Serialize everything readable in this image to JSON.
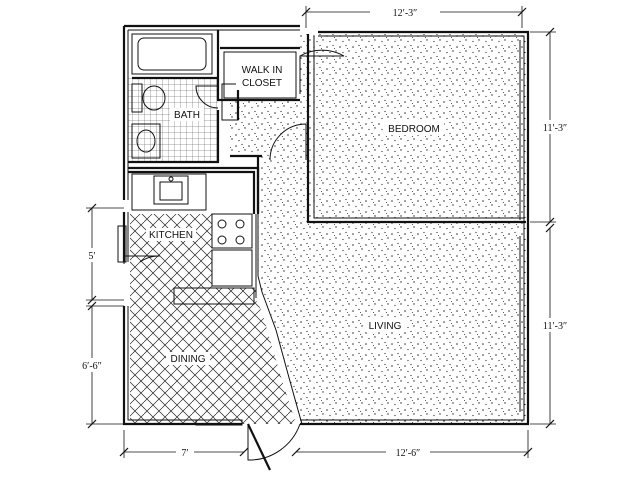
{
  "rooms": {
    "walk_in_closet": [
      "WALK IN",
      "CLOSET"
    ],
    "bath": "BATH",
    "bedroom": "BEDROOM",
    "kitchen": "KITCHEN",
    "living": "LIVING",
    "dining": "DINING"
  },
  "dimensions": {
    "top": "12′-3″",
    "right_upper": "11′-3″",
    "right_lower": "11′-3″",
    "left_upper": "5′",
    "left_lower": "6′-6″",
    "bottom_left": "7′",
    "bottom_right": "12′-6″"
  },
  "colors": {
    "ink": "#111111",
    "paper": "#ffffff"
  }
}
